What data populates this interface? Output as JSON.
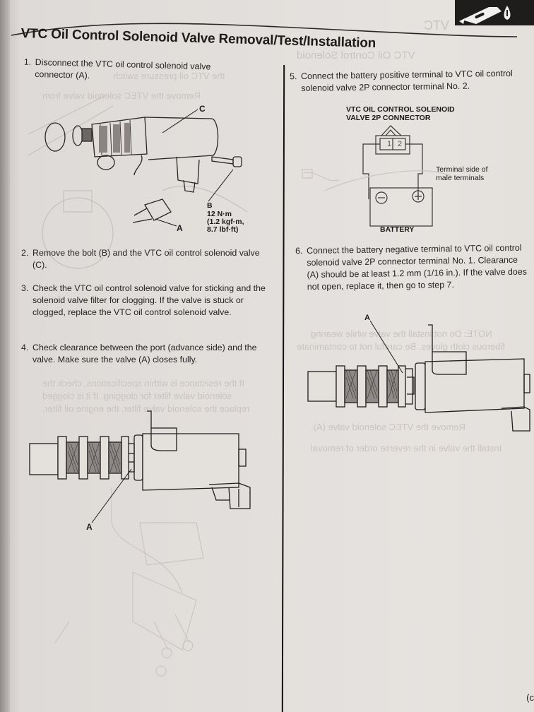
{
  "page": {
    "title": "VTC Oil Control Solenoid Valve Removal/Test/Installation",
    "section_tab_icon": "wrench-oil-drop-icon",
    "ghost_header_text": "VTC",
    "cut_off_margin_text": "(c"
  },
  "left_column": {
    "steps": [
      {
        "num": "1.",
        "text": "Disconnect the VTC oil control solenoid valve connector (A)."
      },
      {
        "num": "2.",
        "text": "Remove the bolt (B) and the VTC oil control solenoid valve (C)."
      },
      {
        "num": "3.",
        "text": "Check the VTC oil control solenoid valve for sticking and the solenoid valve filter for clogging. If the valve is stuck or clogged, replace the VTC oil control solenoid valve."
      },
      {
        "num": "4.",
        "text": "Check clearance between the port (advance side) and the valve. Make sure the valve (A) closes fully."
      }
    ],
    "figure1": {
      "label_c": "C",
      "label_a": "A",
      "label_b": "B",
      "torque_line1": "12 N·m",
      "torque_line2": "(1.2 kgf·m,",
      "torque_line3": "8.7 lbf·ft)"
    },
    "figure2": {
      "label_a": "A"
    }
  },
  "right_column": {
    "steps": [
      {
        "num": "5.",
        "text": "Connect the battery positive terminal to VTC oil control solenoid valve 2P connector terminal No. 2."
      },
      {
        "num": "6.",
        "text": "Connect the battery negative terminal to VTC oil control solenoid valve 2P connector terminal No. 1. Clearance (A) should be at least 1.2 mm (1/16 in.). If the valve does not open, replace it, then go to step 7."
      }
    ],
    "connector_diagram": {
      "title_line1": "VTC OIL CONTROL SOLENOID",
      "title_line2": "VALVE 2P CONNECTOR",
      "terminal_1": "1",
      "terminal_2": "2",
      "side_note_line1": "Terminal side of",
      "side_note_line2": "male terminals",
      "battery_label": "BATTERY",
      "negative_symbol": "−",
      "positive_symbol": "+"
    },
    "figure3": {
      "label_a": "A"
    }
  },
  "colors": {
    "paper": "#e2dedb",
    "ink": "#1e1c1c",
    "bleed_through": "#c9c4c1",
    "tab_background": "#1f1d1c"
  }
}
